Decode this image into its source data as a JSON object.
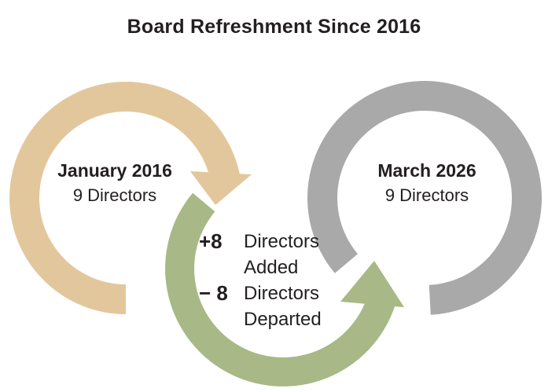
{
  "title": "Board Refreshment Since 2016",
  "colors": {
    "tan": "#e3c79c",
    "gray": "#a9a9a9",
    "green": "#a8b886",
    "text": "#231f20"
  },
  "left_circle": {
    "label": "January 2016",
    "sublabel": "9 Directors"
  },
  "right_circle": {
    "label": "March 2026",
    "sublabel": "9 Directors"
  },
  "center": {
    "added": {
      "value": "+8",
      "label_line1": "Directors",
      "label_line2": "Added"
    },
    "departed": {
      "value": "− 8",
      "label_line1": "Directors",
      "label_line2": "Departed"
    }
  }
}
